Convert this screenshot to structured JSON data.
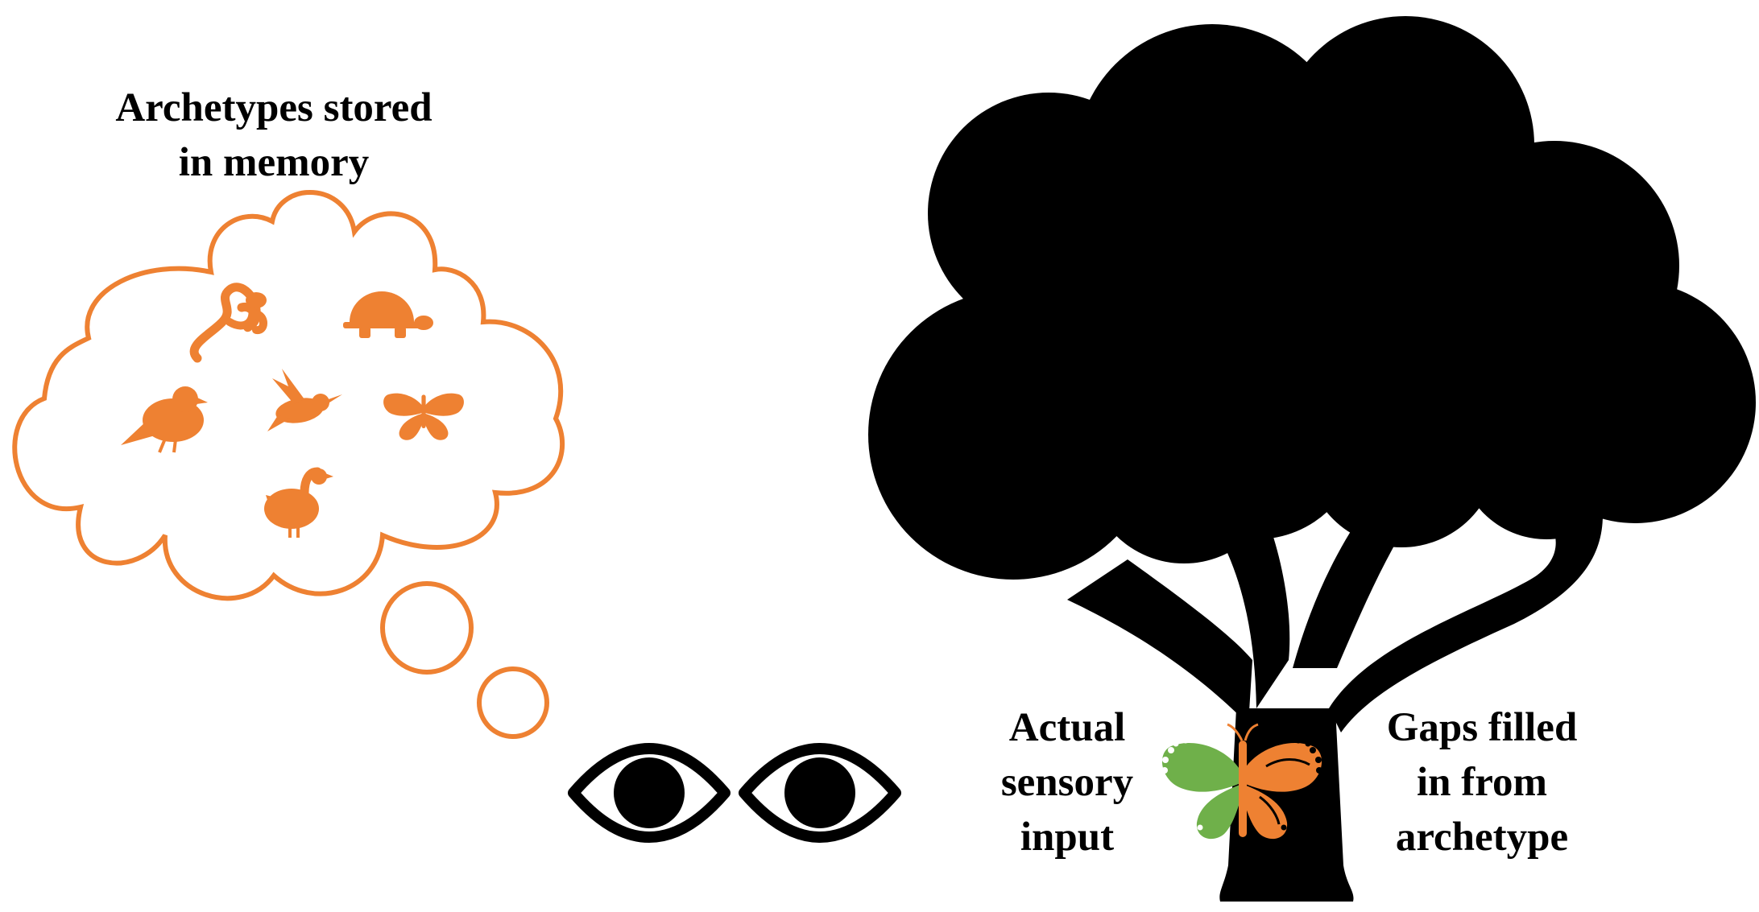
{
  "labels": {
    "cloud_title": [
      "Archetypes stored",
      "in memory"
    ],
    "sensory": [
      "Actual",
      "sensory",
      "input"
    ],
    "gaps": [
      "Gaps filled",
      "in from",
      "archetype"
    ]
  },
  "colors": {
    "archetype": "#EE8132",
    "sensory": "#6FB04A",
    "ink": "#000000",
    "background": "#FFFFFF"
  },
  "thought_cloud": {
    "animals": [
      "snake-icon",
      "turtle-icon",
      "bird-icon",
      "hummingbird-icon",
      "butterfly-icon",
      "duck-icon"
    ]
  },
  "scene": {
    "observer": [
      "eye-icon",
      "eye-icon"
    ],
    "object": "tree-icon",
    "hidden_target": "butterfly-icon"
  }
}
